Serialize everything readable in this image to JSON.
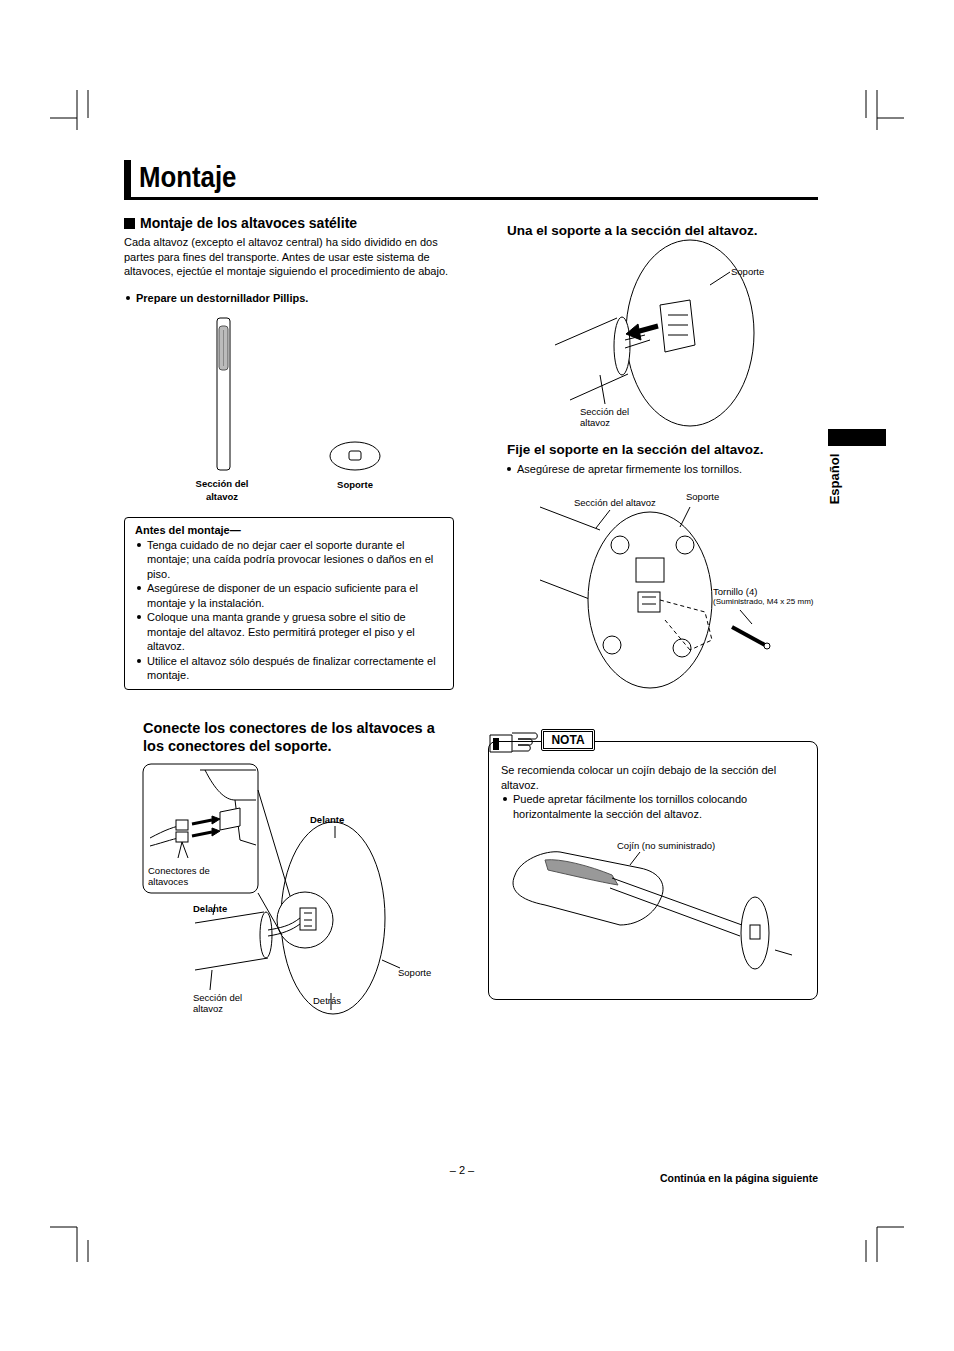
{
  "diagram": {
    "title": "Montaje",
    "nodes": [
      {
        "text": [
          "Antes del montaje—",
          "Tenga cuidado de no dejar caer el soporte durante el montaje; una caída podría provocar lesiones o daños en el piso.",
          "Asegúrese de disponer de un espacio suficiente para el montaje y la instalación.",
          "Coloque una manta grande y gruesa sobre el sitio de montaje del altavoz. Esto permitirá proteger el piso y el altavoz.",
          "Utilice el altavoz sólo después de finalizar correctamente el montaje."
        ]
      },
      {
        "text": [
          "Se recomienda colocar un cojín debajo de la sección del altavoz.",
          "Puede apretar fácilmente los tornillos colocando horizontalmente la sección del altavoz."
        ]
      },
      {
        "text": [
          "NOTA"
        ],
        "in": 1
      }
    ],
    "labels": [
      "Montaje de los altavoces satélite",
      "Cada altavoz (excepto el altavoz central) ha sido dividido en dos partes para fines del transporte. Antes de usar este sistema de altavoces, ejectúe el montaje siguiendo el procedimiento de abajo.",
      "Prepare un destornillador Pillips.",
      "Sección del altavoz",
      "Soporte",
      "Conecte los conectores de los altavoces a los conectores del soporte.",
      "Conectores de altavoces",
      "Delante",
      "Delante",
      "Sección del altavoz",
      "Detrás",
      "Soporte",
      "Una el soporte a la sección del altavoz.",
      "Soporte",
      "Sección del altavoz",
      "Fije el soporte en la sección del altavoz.",
      "Asegúrese de apretar firmemente los tornillos.",
      "Sección del altavoz",
      "Soporte",
      "Tornillo (4)",
      "(Suministrado, M4 x 25 mm)",
      "Cojín (no suministrado)",
      "Español",
      "– 2 –",
      "Continúa en la página siguiente"
    ]
  }
}
